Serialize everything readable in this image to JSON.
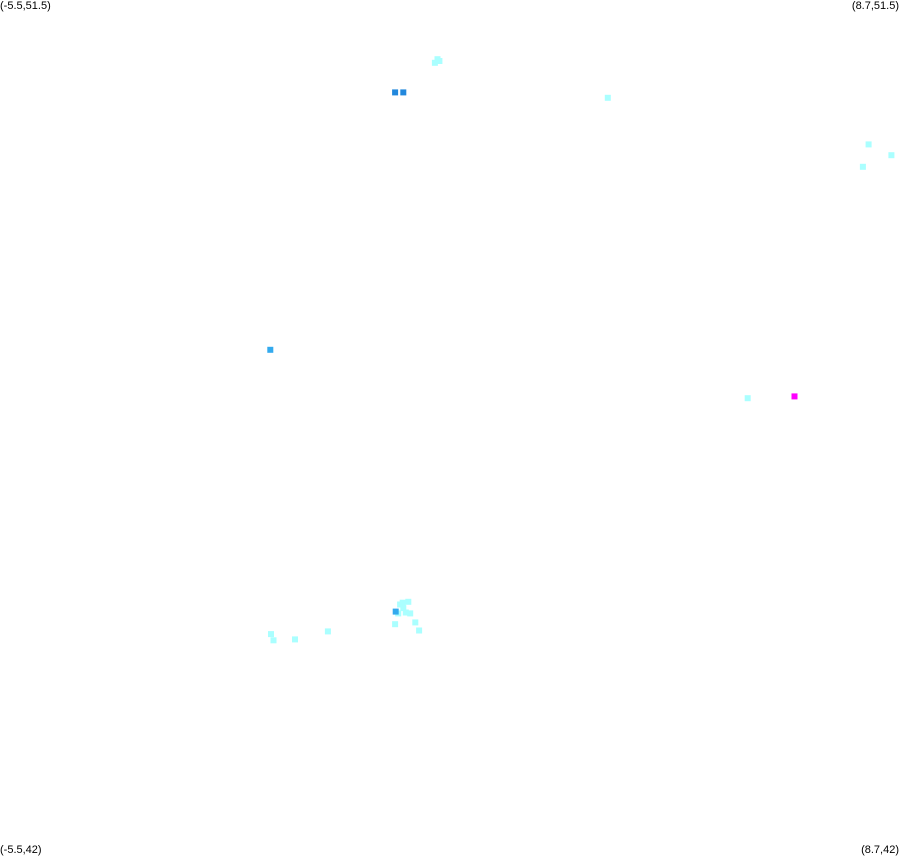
{
  "corners": {
    "top_left": "(-5.5,51.5)",
    "top_right": "(8.7,51.5)",
    "bottom_left": "(-5.5,42)",
    "bottom_right": "(8.7,42)"
  },
  "colors": {
    "background": "#ffffff",
    "light_cyan": "#aaffff",
    "sky_blue": "#33aaee",
    "dodger_blue": "#2288dd",
    "magenta": "#ff00ff"
  },
  "chart_data": {
    "type": "scatter",
    "title": "",
    "xlabel": "",
    "ylabel": "",
    "xlim": [
      -5.5,
      8.7
    ],
    "ylim": [
      42,
      51.5
    ],
    "grid": false,
    "legend": "none",
    "series": [
      {
        "color": "#aaffff",
        "points": [
          {
            "lon": 1.41,
            "lat": 50.84
          },
          {
            "lon": 1.44,
            "lat": 50.82
          },
          {
            "lon": 1.37,
            "lat": 50.8
          },
          {
            "lon": 4.1,
            "lat": 50.41
          },
          {
            "lon": 8.22,
            "lat": 49.89
          },
          {
            "lon": 8.58,
            "lat": 49.77
          },
          {
            "lon": 8.13,
            "lat": 49.64
          },
          {
            "lon": 6.31,
            "lat": 47.06
          },
          {
            "lon": 0.82,
            "lat": 44.76
          },
          {
            "lon": 0.86,
            "lat": 44.78
          },
          {
            "lon": 0.95,
            "lat": 44.79
          },
          {
            "lon": 0.79,
            "lat": 44.66
          },
          {
            "lon": 0.87,
            "lat": 44.72
          },
          {
            "lon": 0.91,
            "lat": 44.67
          },
          {
            "lon": 0.98,
            "lat": 44.66
          },
          {
            "lon": 1.06,
            "lat": 44.56
          },
          {
            "lon": 1.12,
            "lat": 44.47
          },
          {
            "lon": 0.74,
            "lat": 44.54
          },
          {
            "lon": -1.22,
            "lat": 44.43
          },
          {
            "lon": -1.18,
            "lat": 44.36
          },
          {
            "lon": -0.84,
            "lat": 44.37
          },
          {
            "lon": -0.32,
            "lat": 44.46
          }
        ]
      },
      {
        "color": "#33aaee",
        "points": [
          {
            "lon": -1.23,
            "lat": 47.6
          },
          {
            "lon": 0.75,
            "lat": 44.68
          }
        ]
      },
      {
        "color": "#2288dd",
        "points": [
          {
            "lon": 0.74,
            "lat": 50.47
          },
          {
            "lon": 0.87,
            "lat": 50.47
          }
        ]
      },
      {
        "color": "#ff00ff",
        "points": [
          {
            "lon": 7.05,
            "lat": 47.08
          }
        ]
      }
    ]
  }
}
